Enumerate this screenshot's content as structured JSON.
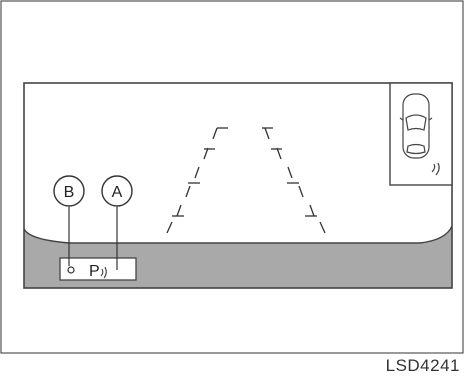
{
  "figure": {
    "reference_code": "LSD4241"
  },
  "callouts": [
    {
      "id": "b",
      "letter": "B"
    },
    {
      "id": "a",
      "letter": "A"
    }
  ],
  "status_box": {
    "symbol": "P"
  },
  "colors": {
    "frame": "#444444",
    "lines": "#333333",
    "bumper_fill": "#a9a9a9",
    "status_box_fill": "#ffffff"
  },
  "icons": [
    "car-top-view-icon",
    "sonar-wave-icon",
    "parking-p-icon",
    "indicator-dot-icon"
  ]
}
